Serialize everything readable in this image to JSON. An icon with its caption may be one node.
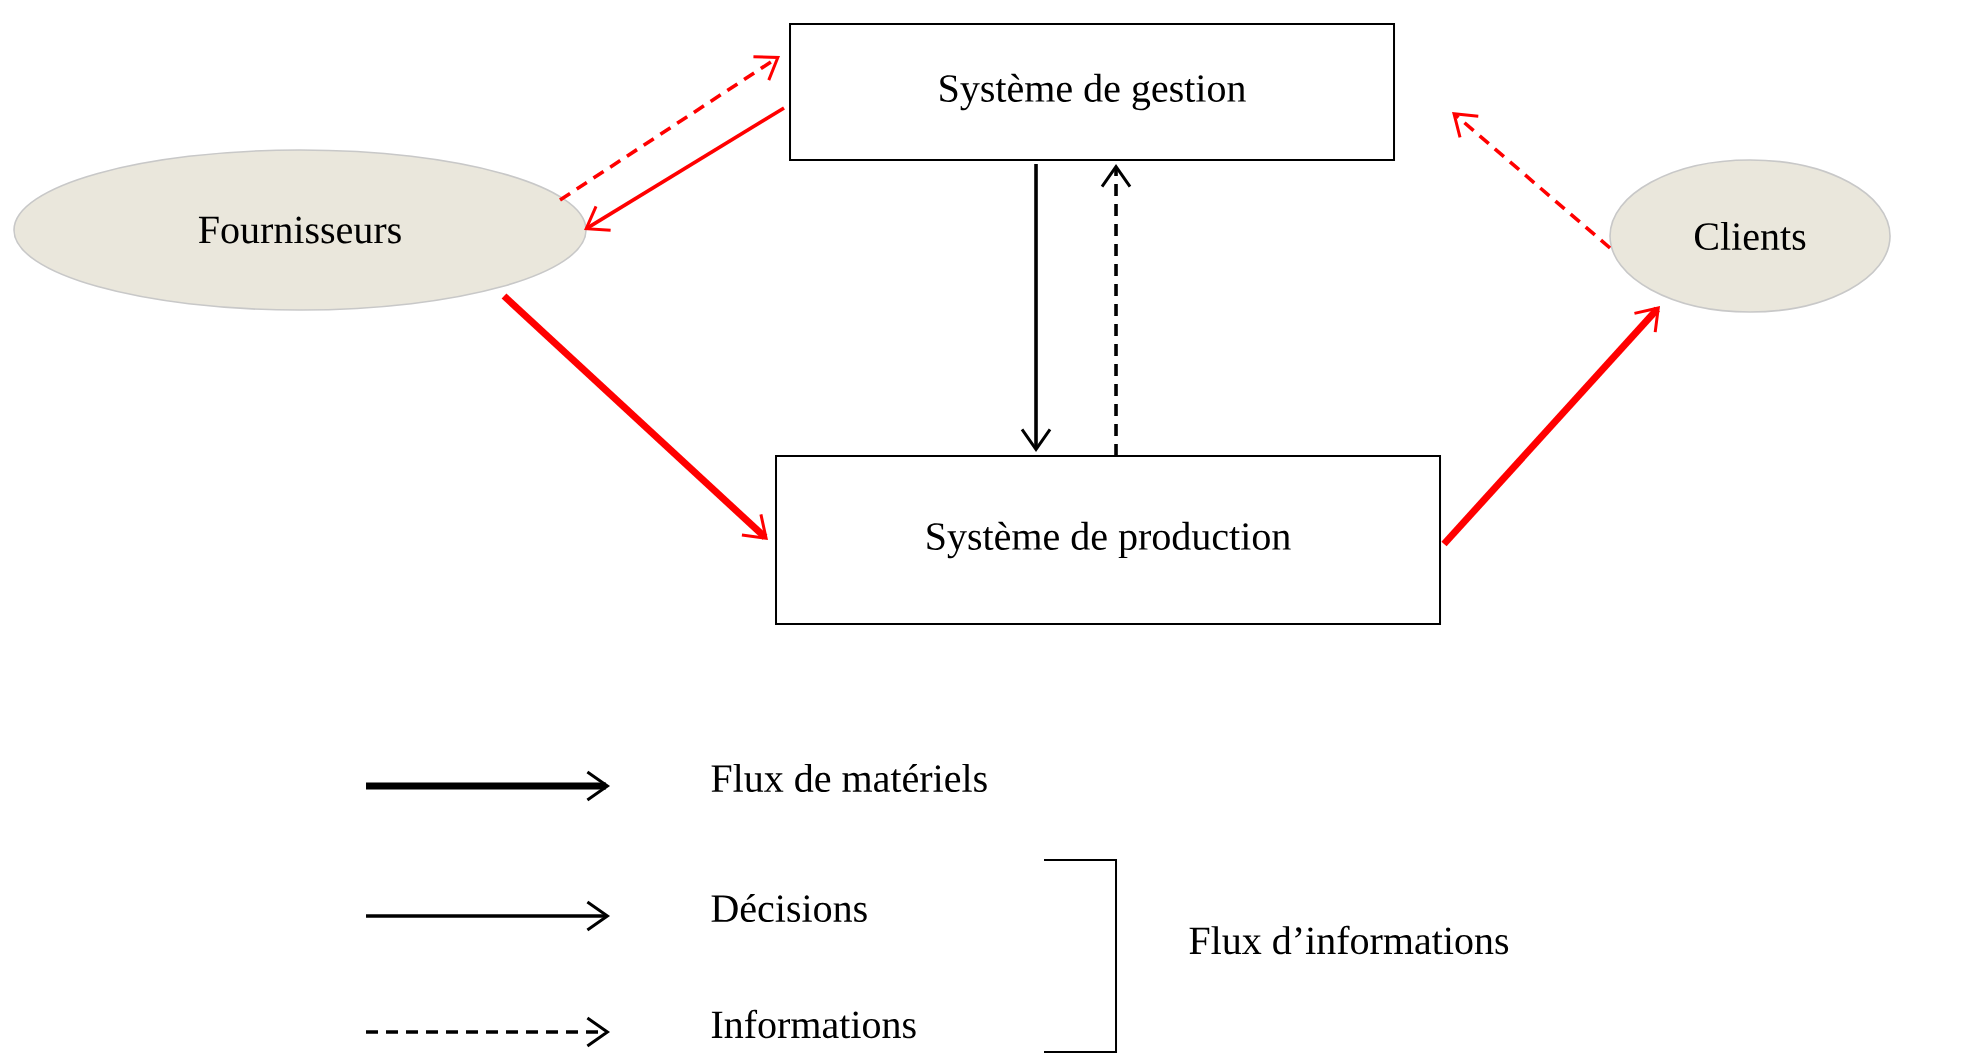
{
  "diagram": {
    "nodes": [
      {
        "text": [
          "Système de gestion"
        ]
      },
      {
        "text": [
          "Fournisseurs"
        ]
      },
      {
        "text": [
          "Clients"
        ]
      },
      {
        "text": [
          "Système de production"
        ]
      }
    ],
    "edges": [
      {
        "from": 1,
        "to": 0,
        "arrow": "to",
        "style": "dashed"
      },
      {
        "from": 0,
        "to": 1,
        "arrow": "to"
      },
      {
        "from": 0,
        "to": 3,
        "arrow": "to",
        "color": "#000000"
      },
      {
        "from": 3,
        "to": 0,
        "arrow": "to",
        "style": "dashed",
        "color": "#000000"
      },
      {
        "from": 1,
        "to": 3,
        "arrow": "to",
        "style": "thick"
      },
      {
        "from": 3,
        "to": 2,
        "arrow": "to",
        "style": "thick"
      },
      {
        "from": 2,
        "to": 0,
        "arrow": "to",
        "style": "dashed"
      }
    ],
    "labels": [
      "Flux d’informations"
    ],
    "legend": [
      {
        "text": "Flux de matériels"
      },
      {
        "text": "Décisions"
      },
      {
        "text": "Informations"
      }
    ]
  }
}
